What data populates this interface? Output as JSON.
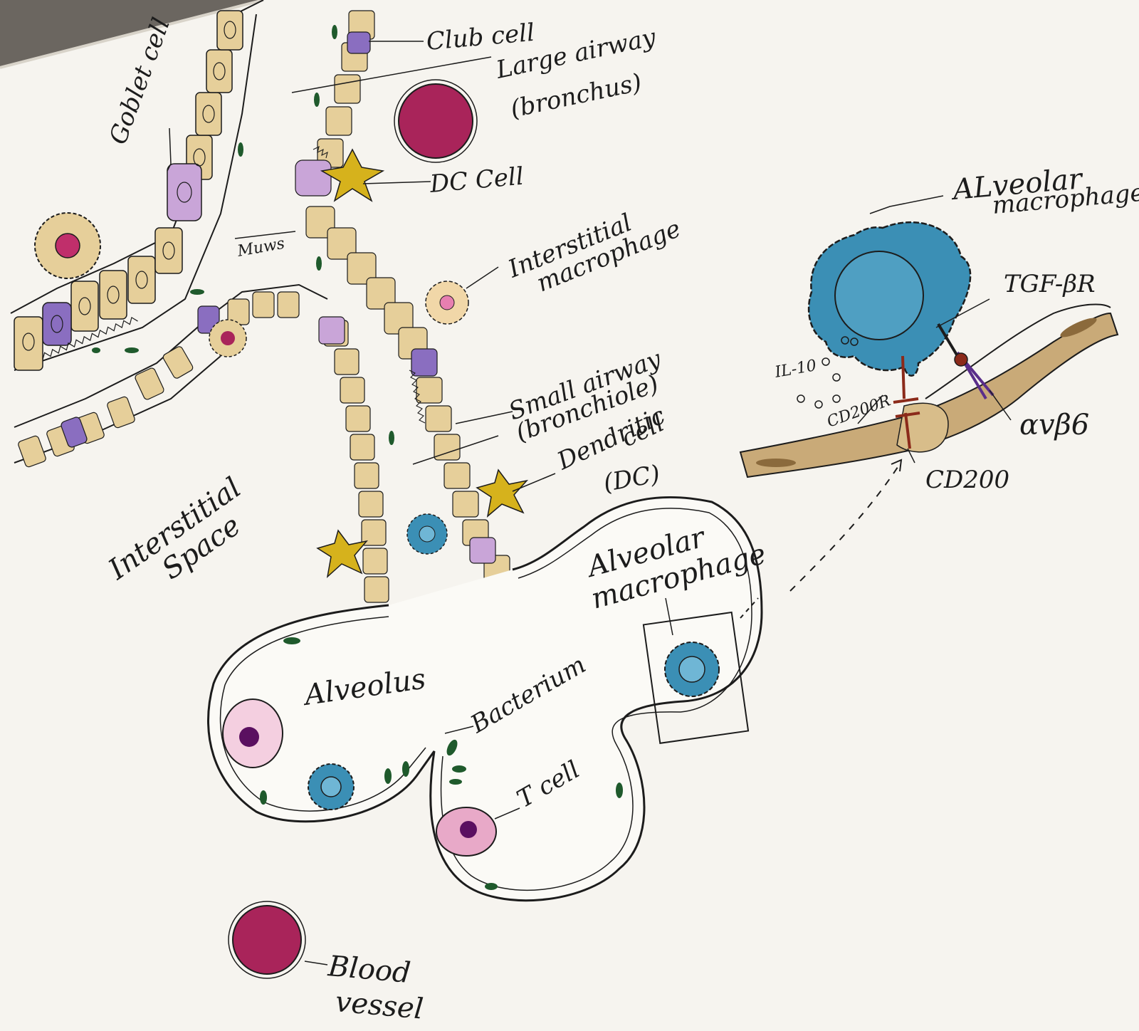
{
  "colors": {
    "paper": "#f6f4ef",
    "backdrop": "#6b6660",
    "ink": "#1c1c1c",
    "epithelium": "#e6cf9a",
    "club_cell": "#8a6ec0",
    "goblet_cell": "#c9a5d8",
    "macrophage_blue": "#3b8fb5",
    "dendritic_yellow": "#d6b21c",
    "blood_red": "#a9245a",
    "t_cell_pink": "#e8a9c8",
    "bacterium_green": "#1f5a2c",
    "fibroblast_tan": "#c9aa78",
    "receptor_red": "#8b2a1a",
    "integrin_purple": "#5a2e8a"
  },
  "labels": {
    "goblet_cell": "Goblet cell",
    "club_cell": "Club cell",
    "large_airway_1": "Large airway",
    "large_airway_2": "(bronchus)",
    "dc_cell": "DC Cell",
    "muws": "Muws",
    "interstitial_macrophage_1": "Interstitial",
    "interstitial_macrophage_2": "macrophage",
    "small_airway_1": "Small airway",
    "small_airway_2": "(bronchiole)",
    "dendritic_cell_1": "Dendritic",
    "dendritic_cell_2": "cell",
    "dendritic_cell_3": "(DC)",
    "interstitial_space_1": "Interstitial",
    "interstitial_space_2": "Space",
    "alveolus": "Alveolus",
    "bacterium": "Bacterium",
    "t_cell": "T cell",
    "alveolar_macrophage_1": "Alveolar",
    "alveolar_macrophage_2": "macrophage",
    "blood_vessel_1": "Blood",
    "blood_vessel_2": "vessel",
    "inset_alveolar_1": "ALveolar",
    "inset_alveolar_2": "macrophage",
    "tgf_beta_r": "TGF-βR",
    "il_10": "IL-10",
    "cd200r": "CD200R",
    "cd200": "CD200",
    "alpha_v_beta_6": "αvβ6"
  }
}
